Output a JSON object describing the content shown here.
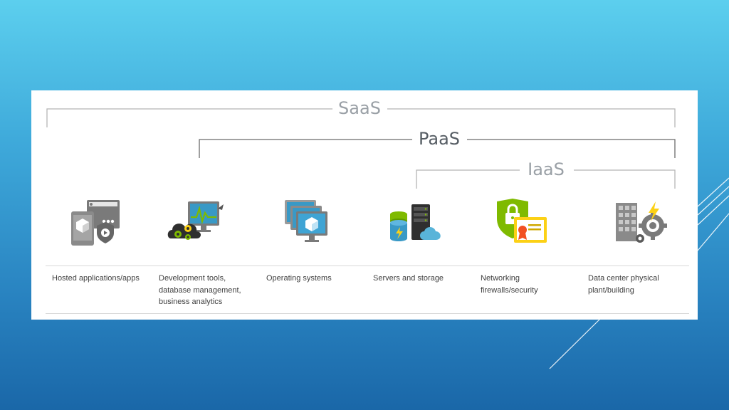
{
  "tiers": {
    "saas": "SaaS",
    "paas": "PaaS",
    "iaas": "IaaS"
  },
  "columns": [
    {
      "icon": "hosted-apps-icon",
      "lines": [
        "Hosted applications/apps"
      ]
    },
    {
      "icon": "dev-tools-icon",
      "lines": [
        "Development tools,",
        "database management,",
        "business analytics"
      ]
    },
    {
      "icon": "operating-systems-icon",
      "lines": [
        "Operating systems"
      ]
    },
    {
      "icon": "servers-storage-icon",
      "lines": [
        "Servers and storage"
      ]
    },
    {
      "icon": "networking-security-icon",
      "lines": [
        "Networking",
        "firewalls/security"
      ]
    },
    {
      "icon": "datacenter-icon",
      "lines": [
        "Data center physical",
        "plant/building"
      ]
    }
  ],
  "colors": {
    "bracket_light": "#b5b5b5",
    "bracket_dark": "#6b6b6b",
    "azure_blue": "#3999c6",
    "gray_icon": "#7a7a7a",
    "green": "#7fba00",
    "yellow": "#fcd116"
  }
}
